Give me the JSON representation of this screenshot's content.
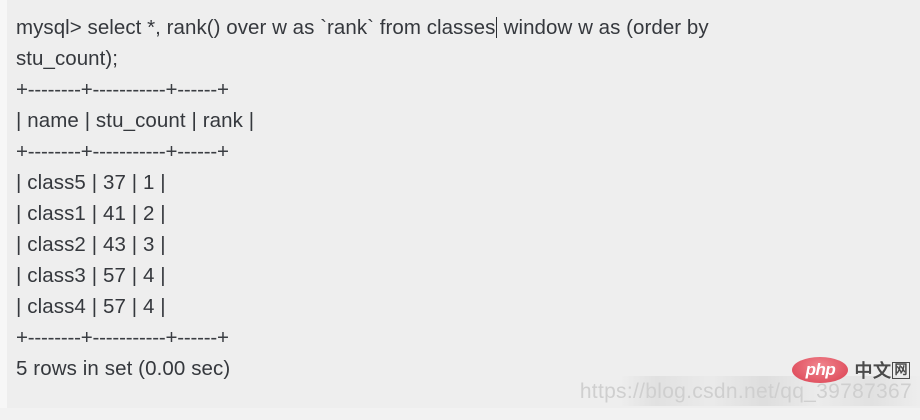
{
  "terminal": {
    "prompt_lines": [
      "mysql> select *, rank() over w as `rank` from classes",
      " window w as (order by",
      "stu_count);"
    ],
    "query_part_1": "mysql> select *, rank() over w as `rank` from classes",
    "query_part_2": " window w as (order by",
    "query_line_2": "stu_count);",
    "separator": "+--------+-----------+------+",
    "header_row": "| name | stu_count | rank |",
    "rows": [
      "| class5 | 37 | 1 |",
      "| class1 | 41 | 2 |",
      "| class2 | 43 | 3 |",
      "| class3 | 57 | 4 |",
      "| class4 | 57 | 4 |"
    ],
    "result_status": "5 rows in set (0.00 sec)",
    "table": {
      "columns": [
        "name",
        "stu_count",
        "rank"
      ],
      "data": [
        [
          "class5",
          "37",
          "1"
        ],
        [
          "class1",
          "41",
          "2"
        ],
        [
          "class2",
          "43",
          "3"
        ],
        [
          "class3",
          "57",
          "4"
        ],
        [
          "class4",
          "57",
          "4"
        ]
      ]
    },
    "colors": {
      "background": "#eeeeee",
      "text": "#35383d",
      "caret": "#2b2e33",
      "watermark": "#cfcfcf",
      "php_badge": "#e0505f"
    }
  },
  "watermark": {
    "url": "https://blog.csdn.net/qq_39787367",
    "brand_php": "php",
    "brand_cn_text": "中文",
    "brand_cn_boxed": "网"
  }
}
